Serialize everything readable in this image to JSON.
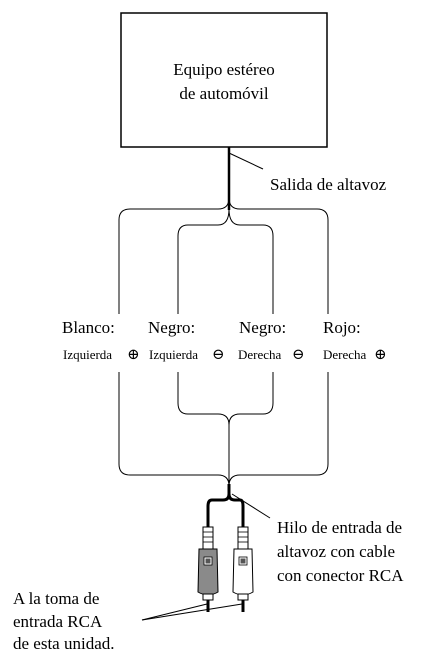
{
  "stereo_box": {
    "line1": "Equipo estéreo",
    "line2": "de automóvil"
  },
  "speaker_output_label": "Salida de altavoz",
  "wires": [
    {
      "color": "Blanco:",
      "side": "Izquierda",
      "polarity": "⊕"
    },
    {
      "color": "Negro:",
      "side": "Izquierda",
      "polarity": "⊖"
    },
    {
      "color": "Negro:",
      "side": "Derecha",
      "polarity": "⊖"
    },
    {
      "color": "Rojo:",
      "side": "Derecha",
      "polarity": "⊕"
    }
  ],
  "input_cable_label": {
    "line1": "Hilo de entrada de",
    "line2": "altavoz con cable",
    "line3": "con conector RCA"
  },
  "rca_jack_label": {
    "line1": "A la toma de",
    "line2": "entrada RCA",
    "line3": "de esta unidad."
  }
}
